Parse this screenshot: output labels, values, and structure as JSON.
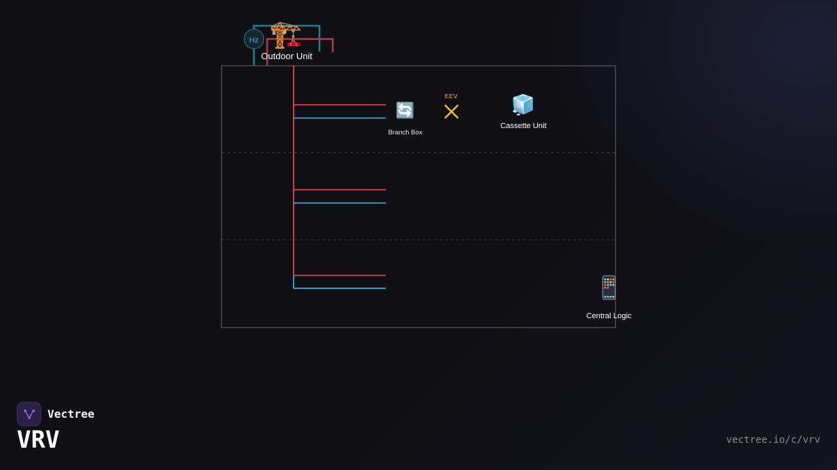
{
  "diagram": {
    "outdoor_unit": {
      "label": "Outdoor Unit",
      "icon": "construction-crane-icon",
      "glyph": "🏗️"
    },
    "inverter_badge": {
      "label": "Hz"
    },
    "branch_box": {
      "label": "Branch Box",
      "icon": "arrows-cycle-icon",
      "glyph": "🔄"
    },
    "eev": {
      "label": "EEV",
      "icon": "valve-x-icon"
    },
    "cassette_unit": {
      "label": "Cassette Unit",
      "icon": "ice-cube-icon",
      "glyph": "🧊"
    },
    "central_logic": {
      "label": "Central Logic",
      "icon": "controller-panel-icon"
    },
    "colors": {
      "liquid_line": "#e04848",
      "gas_line": "#22b4e0",
      "eev": "#f2c218",
      "frame": "#4a4a52"
    }
  },
  "brand": {
    "name": "Vectree",
    "logo_icon": "vectree-logo-icon"
  },
  "title": "VRV",
  "url": "vectree.io/c/vrv"
}
